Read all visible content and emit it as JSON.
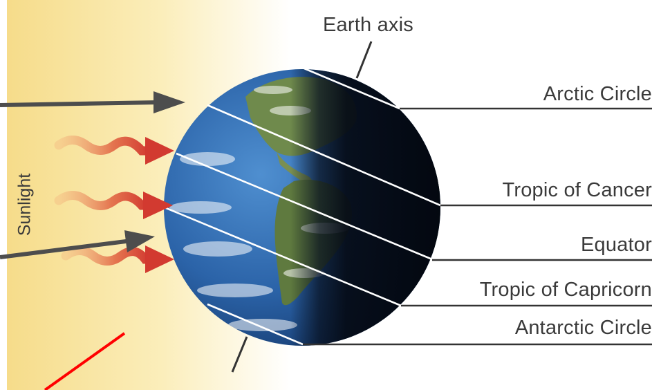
{
  "labels": {
    "sunlight": "Sunlight",
    "earth_axis": "Earth axis",
    "arctic_circle": "Arctic Circle",
    "tropic_of_cancer": "Tropic of Cancer",
    "equator": "Equator",
    "tropic_of_capricorn": "Tropic of Capricorn",
    "antarctic_circle": "Antarctic Circle"
  },
  "colors": {
    "sunlight_gradient_start": "#f7df8f",
    "sunlight_gradient_end": "#ffffff",
    "ocean": "#2b63a8",
    "land": "#6f8a4c",
    "night_side": "#07101f",
    "heat_arrows": "#d9473a",
    "light_arrows": "#4d4d4d",
    "latitude_lines": "#ffffff",
    "leader_lines": "#333333",
    "red_marker": "#ff0000"
  }
}
